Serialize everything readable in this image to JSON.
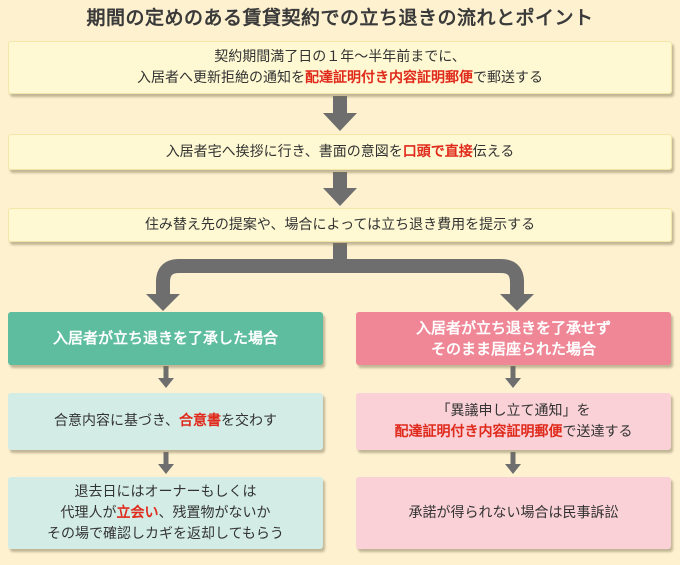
{
  "title": "期間の定めのある賃貸契約での立ち退きの流れとポイント",
  "steps": [
    {
      "line1": "契約期間満了日の１年〜半年前までに、",
      "line2_pre": "入居者へ更新拒絶の通知を",
      "line2_em": "配達証明付き内容証明郵便",
      "line2_post": "で郵送する"
    },
    {
      "pre": "入居者宅へ挨拶に行き、書面の意図を",
      "em": "口頭で直接",
      "post": "伝える"
    },
    {
      "text": "住み替え先の提案や、場合によっては立ち退き費用を提示する"
    }
  ],
  "left": {
    "header": "入居者が立ち退きを了承した場合",
    "box1_pre": "合意内容に基づき、",
    "box1_em": "合意書",
    "box1_post": "を交わす",
    "box2_line1": "退去日にはオーナーもしくは",
    "box2_line2_pre": "代理人が",
    "box2_line2_em": "立会い",
    "box2_line2_post": "、残置物がないか",
    "box2_line3": "その場で確認しカギを返却してもらう"
  },
  "right": {
    "header_line1": "入居者が立ち退きを了承せず",
    "header_line2": "そのまま居座られた場合",
    "box1_line1": "「異議申し立て通知」を",
    "box1_line2_em": "配達証明付き内容証明郵便",
    "box1_line2_post": "で送達する",
    "box2": "承諾が得られない場合は民事訴訟"
  },
  "colors": {
    "background": "#fdf1cf",
    "arrow": "#6e6e6e",
    "highlight": "#e02a1c",
    "green_header": "#5dbd9e",
    "green_box": "#d3ede6",
    "pink_header": "#ef8796",
    "pink_box": "#f9d1d7",
    "yellow_box": "#fef9d3"
  }
}
